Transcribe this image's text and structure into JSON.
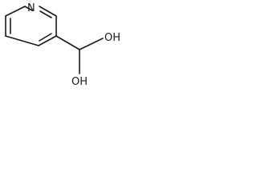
{
  "molecule": {
    "ring_atom_label": "N",
    "hydroxyl_top_label": "OH",
    "hydroxyl_bottom_label": "OH"
  },
  "colors": {
    "bond": "#1a1a1a",
    "background": "#ffffff"
  }
}
